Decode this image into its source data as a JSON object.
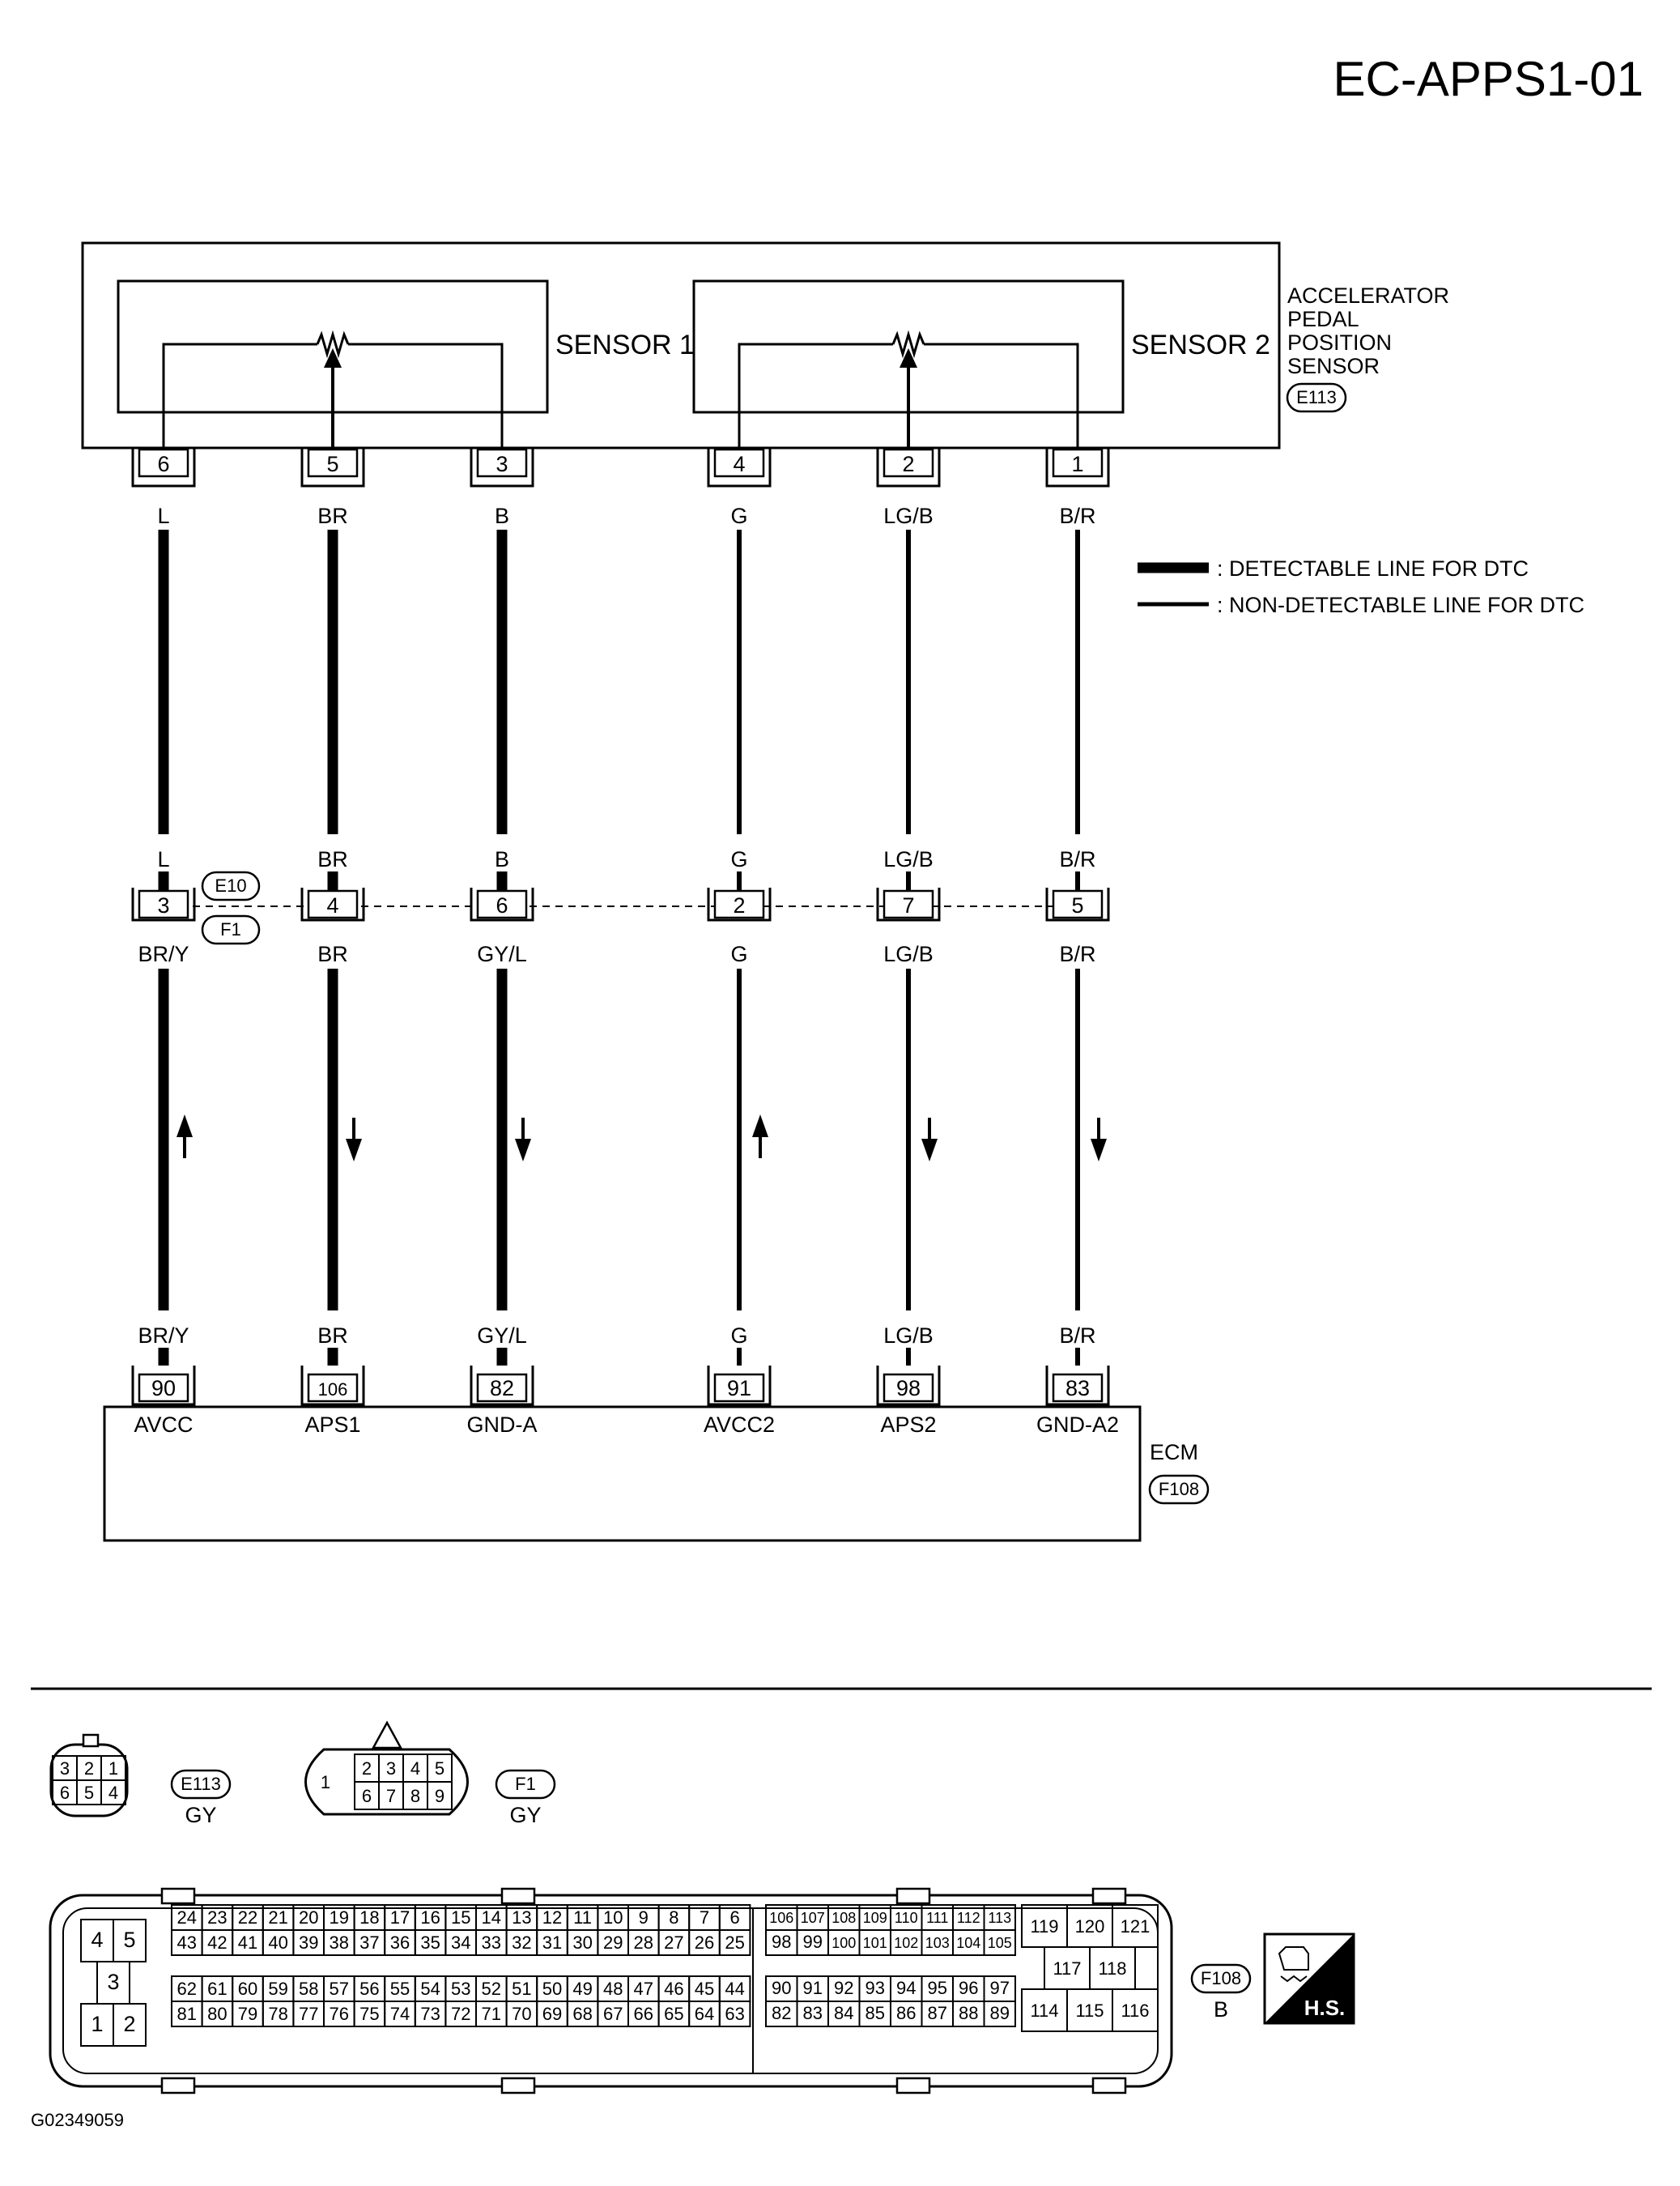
{
  "diagram_id": "EC-APPS1-01",
  "figure_code": "G02349059",
  "sensor_unit": {
    "name_lines": [
      "ACCELERATOR",
      "PEDAL",
      "POSITION",
      "SENSOR"
    ],
    "connector": "E113",
    "sensor1_label": "SENSOR 1",
    "sensor2_label": "SENSOR 2"
  },
  "legend": {
    "detectable": ": DETECTABLE LINE FOR DTC",
    "non_detectable": ": NON-DETECTABLE LINE FOR DTC"
  },
  "joint_connectors": {
    "upper": "E10",
    "lower": "F1"
  },
  "ecm": {
    "name": "ECM",
    "connector": "F108"
  },
  "circuits": [
    {
      "sensor_pin": "6",
      "sensor_color": "L",
      "joint_color_upper": "L",
      "joint_pin": "3",
      "joint_color_lower": "BR/Y",
      "ecm_color": "BR/Y",
      "ecm_pin": "90",
      "ecm_terminal": "AVCC",
      "detectable": true,
      "direction": "up"
    },
    {
      "sensor_pin": "5",
      "sensor_color": "BR",
      "joint_color_upper": "BR",
      "joint_pin": "4",
      "joint_color_lower": "BR",
      "ecm_color": "BR",
      "ecm_pin": "106",
      "ecm_terminal": "APS1",
      "detectable": true,
      "direction": "down"
    },
    {
      "sensor_pin": "3",
      "sensor_color": "B",
      "joint_color_upper": "B",
      "joint_pin": "6",
      "joint_color_lower": "GY/L",
      "ecm_color": "GY/L",
      "ecm_pin": "82",
      "ecm_terminal": "GND-A",
      "detectable": true,
      "direction": "down"
    },
    {
      "sensor_pin": "4",
      "sensor_color": "G",
      "joint_color_upper": "G",
      "joint_pin": "2",
      "joint_color_lower": "G",
      "ecm_color": "G",
      "ecm_pin": "91",
      "ecm_terminal": "AVCC2",
      "detectable": false,
      "direction": "up"
    },
    {
      "sensor_pin": "2",
      "sensor_color": "LG/B",
      "joint_color_upper": "LG/B",
      "joint_pin": "7",
      "joint_color_lower": "LG/B",
      "ecm_color": "LG/B",
      "ecm_pin": "98",
      "ecm_terminal": "APS2",
      "detectable": false,
      "direction": "down"
    },
    {
      "sensor_pin": "1",
      "sensor_color": "B/R",
      "joint_color_upper": "B/R",
      "joint_pin": "5",
      "joint_color_lower": "B/R",
      "ecm_color": "B/R",
      "ecm_pin": "83",
      "ecm_terminal": "GND-A2",
      "detectable": false,
      "direction": "down"
    }
  ],
  "connector_views": {
    "e113": {
      "label": "E113",
      "color": "GY",
      "top_row": [
        "3",
        "2",
        "1"
      ],
      "bottom_row": [
        "6",
        "5",
        "4"
      ]
    },
    "f1": {
      "label": "F1",
      "color": "GY",
      "single": "1",
      "top_row": [
        "2",
        "3",
        "4",
        "5"
      ],
      "bottom_row": [
        "6",
        "7",
        "8",
        "9"
      ]
    },
    "f108": {
      "label": "F108",
      "color": "B",
      "left_pins": [
        "4",
        "5",
        "3",
        "1",
        "2"
      ],
      "block_a_rows": [
        [
          "24",
          "23",
          "22",
          "21",
          "20",
          "19",
          "18",
          "17",
          "16",
          "15",
          "14",
          "13",
          "12",
          "11",
          "10",
          "9",
          "8",
          "7",
          "6"
        ],
        [
          "43",
          "42",
          "41",
          "40",
          "39",
          "38",
          "37",
          "36",
          "35",
          "34",
          "33",
          "32",
          "31",
          "30",
          "29",
          "28",
          "27",
          "26",
          "25"
        ],
        [
          "62",
          "61",
          "60",
          "59",
          "58",
          "57",
          "56",
          "55",
          "54",
          "53",
          "52",
          "51",
          "50",
          "49",
          "48",
          "47",
          "46",
          "45",
          "44"
        ],
        [
          "81",
          "80",
          "79",
          "78",
          "77",
          "76",
          "75",
          "74",
          "73",
          "72",
          "71",
          "70",
          "69",
          "68",
          "67",
          "66",
          "65",
          "64",
          "63"
        ]
      ],
      "block_b_rows": [
        [
          "106",
          "107",
          "108",
          "109",
          "110",
          "111",
          "112",
          "113"
        ],
        [
          "98",
          "99",
          "100",
          "101",
          "102",
          "103",
          "104",
          "105"
        ],
        [
          "90",
          "91",
          "92",
          "93",
          "94",
          "95",
          "96",
          "97"
        ],
        [
          "82",
          "83",
          "84",
          "85",
          "86",
          "87",
          "88",
          "89"
        ]
      ],
      "block_c_rows": [
        [
          "119",
          "120",
          "121"
        ],
        [
          "117",
          "118"
        ],
        [
          "114",
          "115",
          "116"
        ]
      ]
    }
  },
  "hs_symbol": "H.S."
}
